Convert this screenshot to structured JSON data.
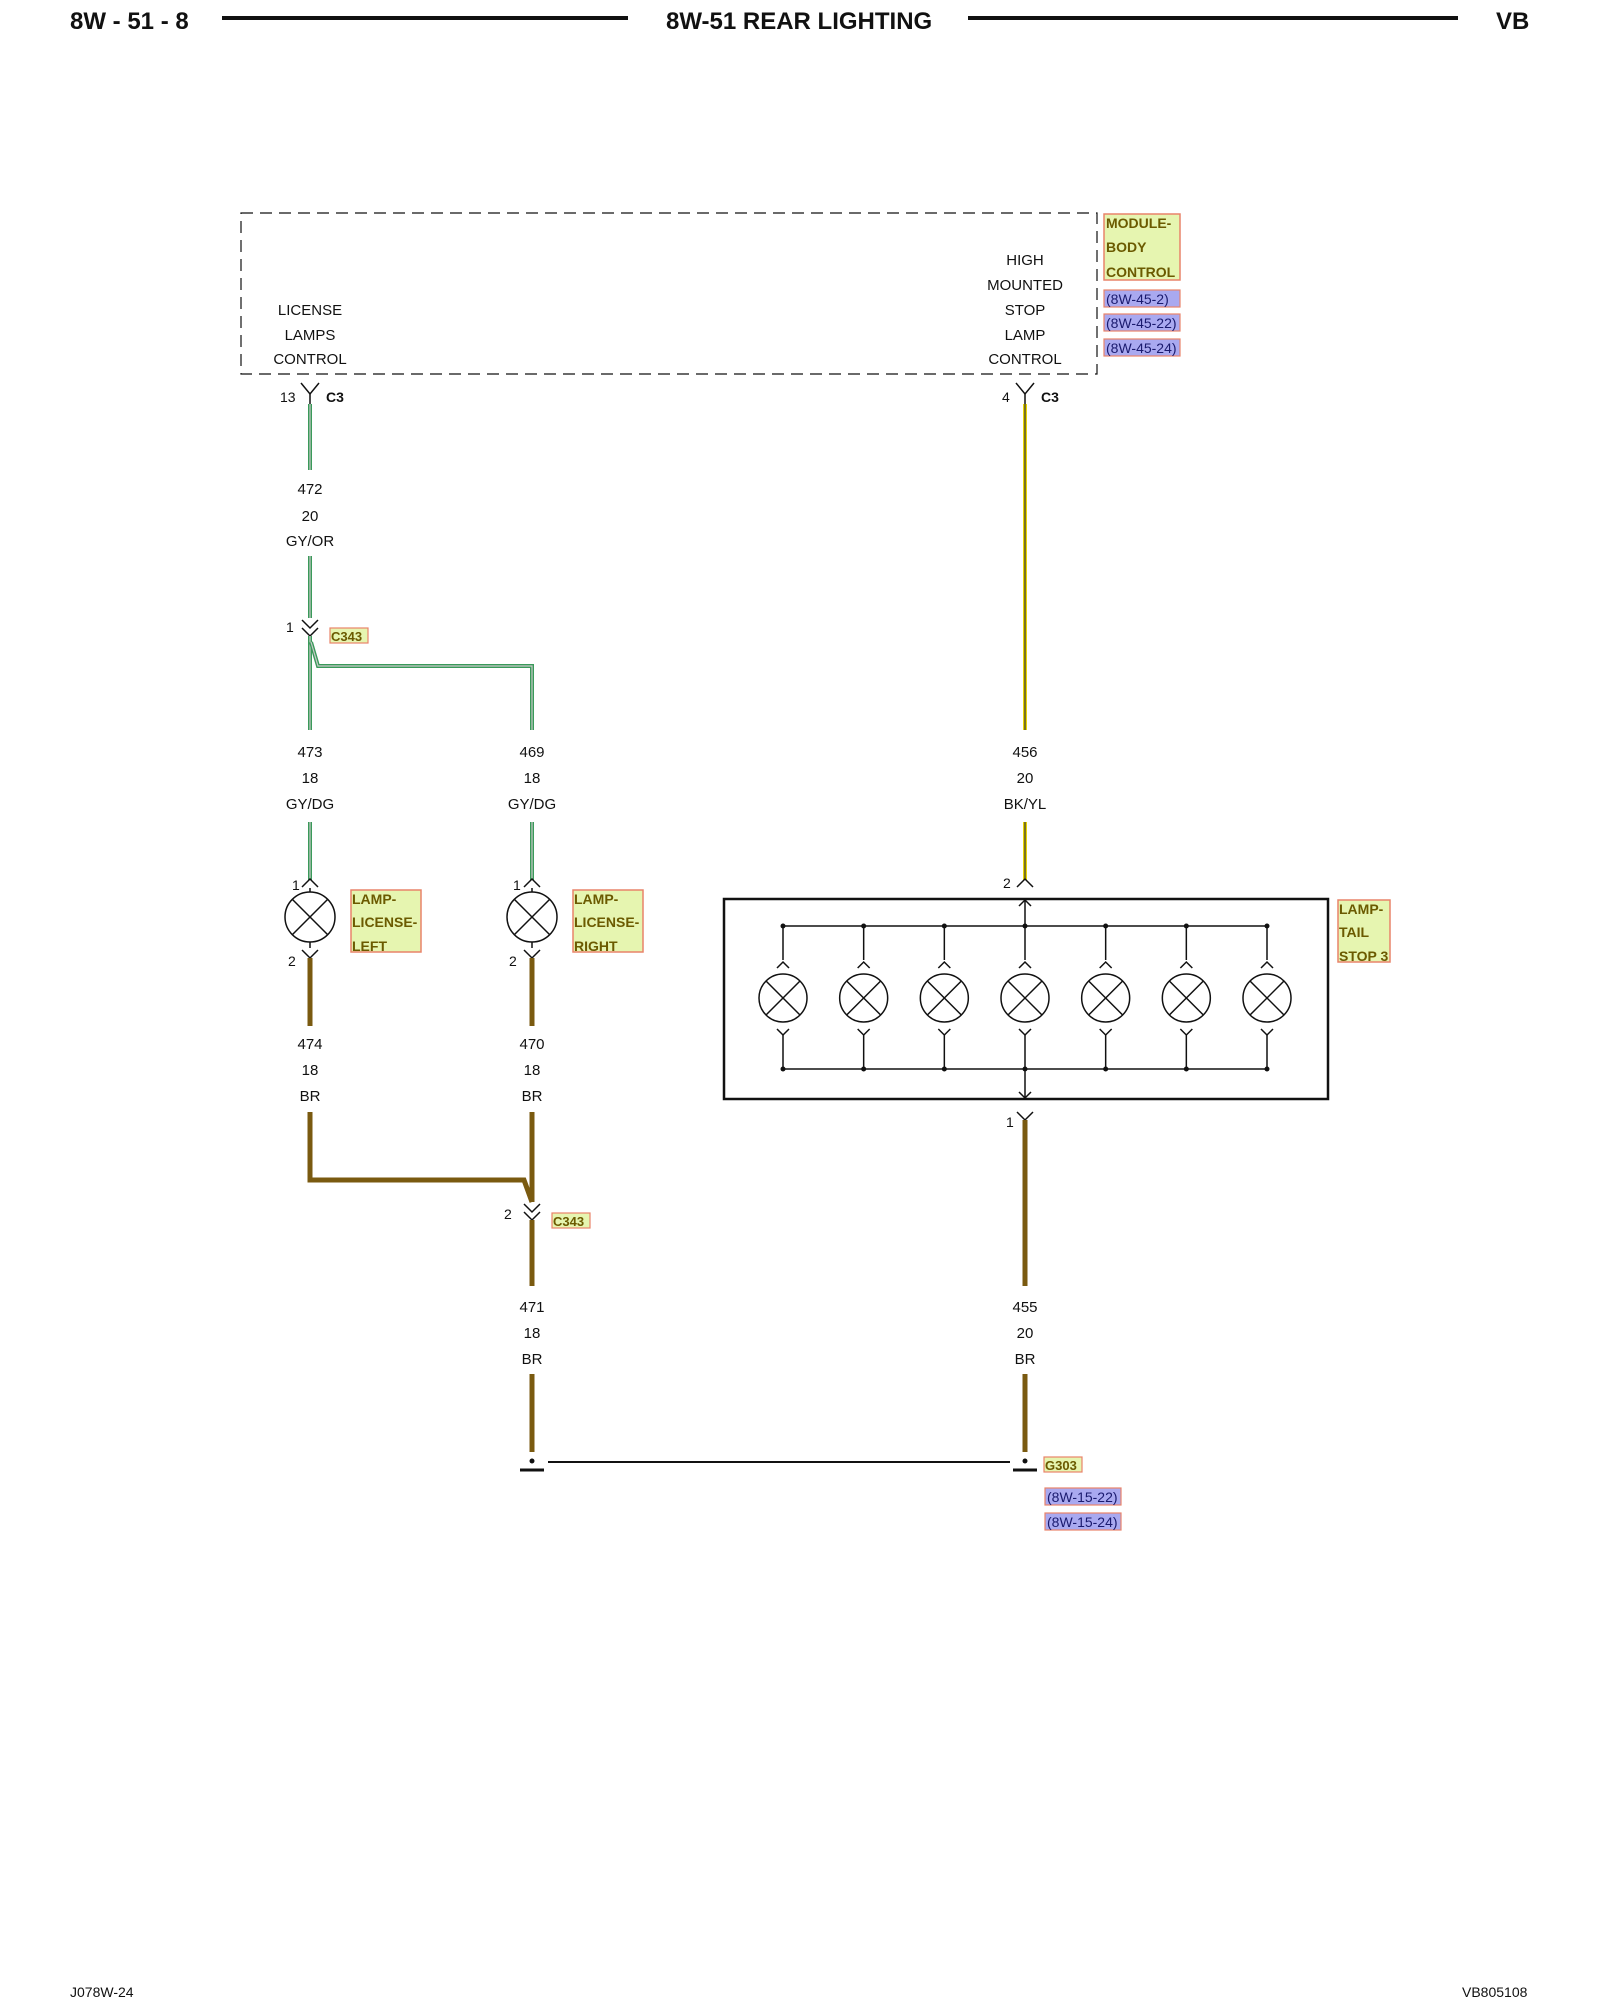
{
  "header": {
    "page_number": "8W - 51 - 8",
    "title": "8W-51 REAR LIGHTING",
    "code": "VB"
  },
  "footer": {
    "left": "J078W-24",
    "right": "VB805108"
  },
  "colors": {
    "green_wire": "#3a9a5a",
    "yellow_wire": "#e8d400",
    "brown_wire": "#7a5a10",
    "tag_fill": "#e6f5b0",
    "tag_border": "#e8846a",
    "ref_fill": "#a9a9f0"
  },
  "module": {
    "tag": [
      "MODULE-",
      "BODY",
      "CONTROL"
    ],
    "refs": [
      "(8W-45-2)",
      "(8W-45-22)",
      "(8W-45-24)"
    ],
    "left_function": [
      "LICENSE",
      "LAMPS",
      "CONTROL"
    ],
    "right_function": [
      "HIGH",
      "MOUNTED",
      "STOP",
      "LAMP",
      "CONTROL"
    ],
    "left_pin": "13",
    "right_pin": "4",
    "connector": "C3"
  },
  "wires": {
    "w472": [
      "472",
      "20",
      "GY/OR"
    ],
    "w473": [
      "473",
      "18",
      "GY/DG"
    ],
    "w469": [
      "469",
      "18",
      "GY/DG"
    ],
    "w456": [
      "456",
      "20",
      "BK/YL"
    ],
    "w474": [
      "474",
      "18",
      "BR"
    ],
    "w470": [
      "470",
      "18",
      "BR"
    ],
    "w471": [
      "471",
      "18",
      "BR"
    ],
    "w455": [
      "455",
      "20",
      "BR"
    ]
  },
  "c343_top": {
    "pin": "1",
    "name": "C343"
  },
  "c343_bottom": {
    "pin": "2",
    "name": "C343"
  },
  "lamp_left": {
    "tag": [
      "LAMP-",
      "LICENSE-",
      "LEFT"
    ],
    "pin_top": "1",
    "pin_bottom": "2"
  },
  "lamp_right": {
    "tag": [
      "LAMP-",
      "LICENSE-",
      "RIGHT"
    ],
    "pin_top": "1",
    "pin_bottom": "2"
  },
  "lamp_chmsl": {
    "tag": [
      "LAMP-",
      "TAIL",
      "STOP 3"
    ],
    "pin_top": "2",
    "pin_bottom": "1",
    "bulb_count": 7
  },
  "ground": {
    "name": "G303",
    "refs": [
      "(8W-15-22)",
      "(8W-15-24)"
    ]
  }
}
